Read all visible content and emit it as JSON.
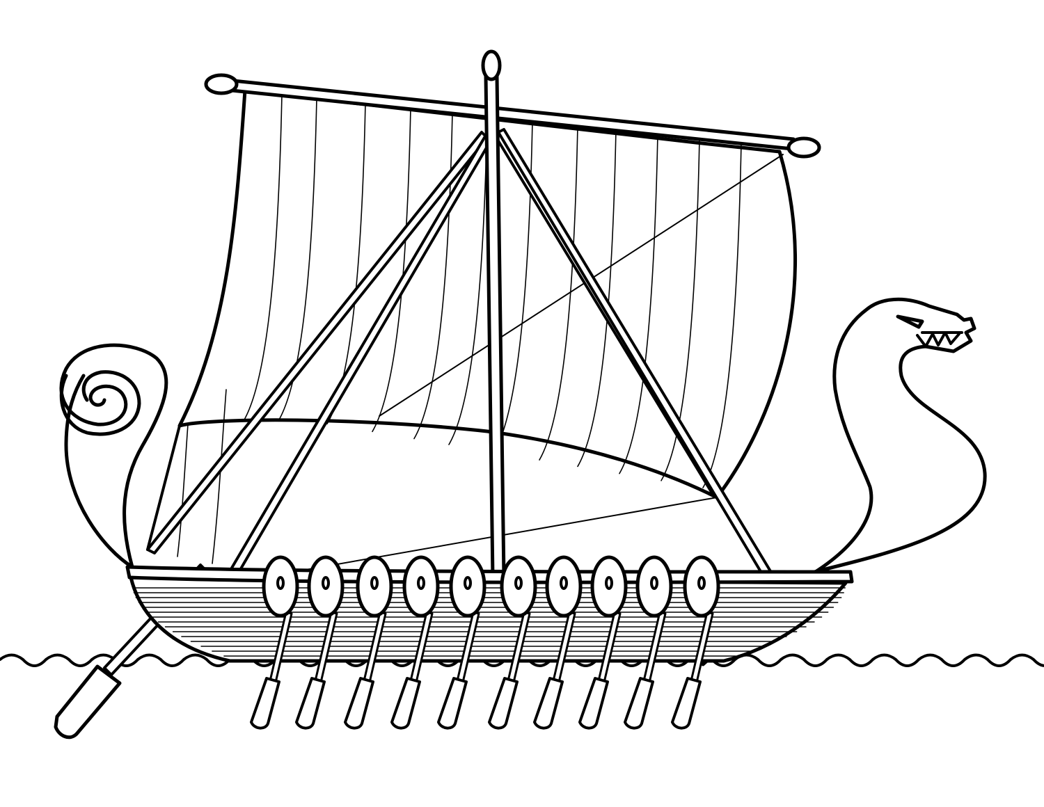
{
  "illustration": {
    "subject": "viking-longship-coloring-page",
    "line_color": "#000000",
    "background_color": "#ffffff",
    "shield_count": 10,
    "oar_count": 10
  }
}
